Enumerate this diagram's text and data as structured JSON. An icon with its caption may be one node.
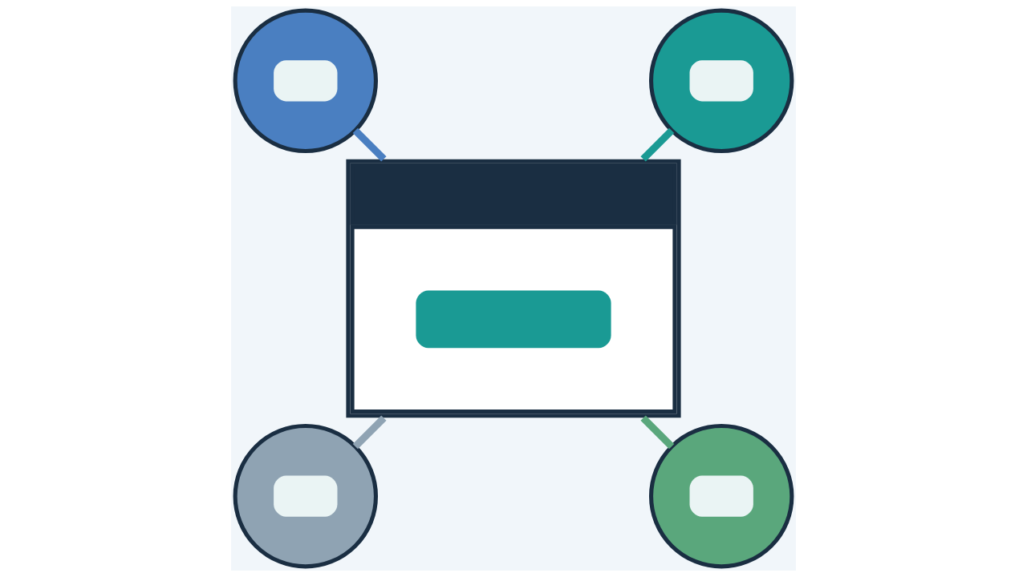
{
  "diagram": {
    "nodes": [
      {
        "text": [],
        "shape": "circle"
      },
      {
        "text": [],
        "shape": "circle"
      },
      {
        "text": [],
        "shape": "box"
      },
      {
        "text": [],
        "shape": "circle"
      },
      {
        "text": [],
        "shape": "circle"
      }
    ],
    "edges": [
      {
        "from": 0,
        "to": 2,
        "arrow": "none",
        "color": "#4a7fc1"
      },
      {
        "from": 1,
        "to": 2,
        "arrow": "none",
        "color": "#1a9a94"
      },
      {
        "from": 3,
        "to": 2,
        "arrow": "none",
        "color": "#8fa3b3"
      },
      {
        "from": 4,
        "to": 2,
        "arrow": "none",
        "color": "#5aa77c"
      }
    ]
  }
}
